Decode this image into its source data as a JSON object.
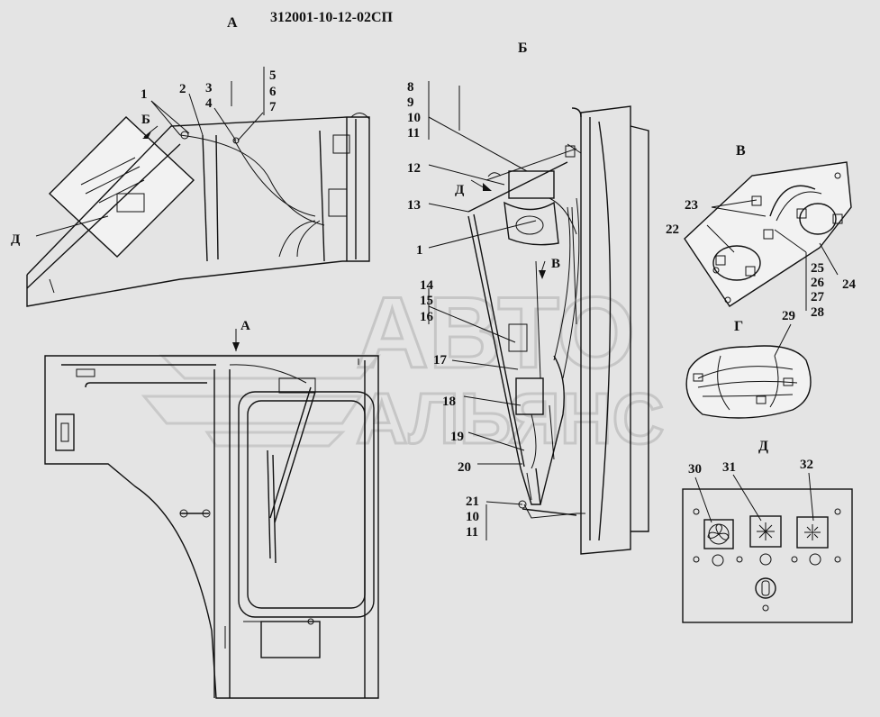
{
  "drawing_number": "312001-10-12-02СП",
  "views": {
    "a_top": "А",
    "a_arrow": "А",
    "b_title": "Б",
    "b_arrow": "Б",
    "v_title": "В",
    "v_arrow": "В",
    "g_title": "Г",
    "d_title": "Д",
    "d_arrow_left": "Д",
    "d_arrow_mid": "Д"
  },
  "watermark": {
    "line1": "АВТО",
    "line2": "АЛЬЯНС"
  },
  "callouts": {
    "c1a": "1",
    "c2": "2",
    "c3": "3",
    "c4": "4",
    "c5": "5",
    "c6": "6",
    "c7": "7",
    "c8": "8",
    "c9": "9",
    "c10a": "10",
    "c11a": "11",
    "c12": "12",
    "c13": "13",
    "c1b": "1",
    "c14": "14",
    "c15": "15",
    "c16": "16",
    "c17": "17",
    "c18": "18",
    "c19": "19",
    "c20": "20",
    "c21": "21",
    "c10b": "10",
    "c11b": "11",
    "c22": "22",
    "c23": "23",
    "c24": "24",
    "c25": "25",
    "c26": "26",
    "c27": "27",
    "c28": "28",
    "c29": "29",
    "c30": "30",
    "c31": "31",
    "c32": "32"
  }
}
